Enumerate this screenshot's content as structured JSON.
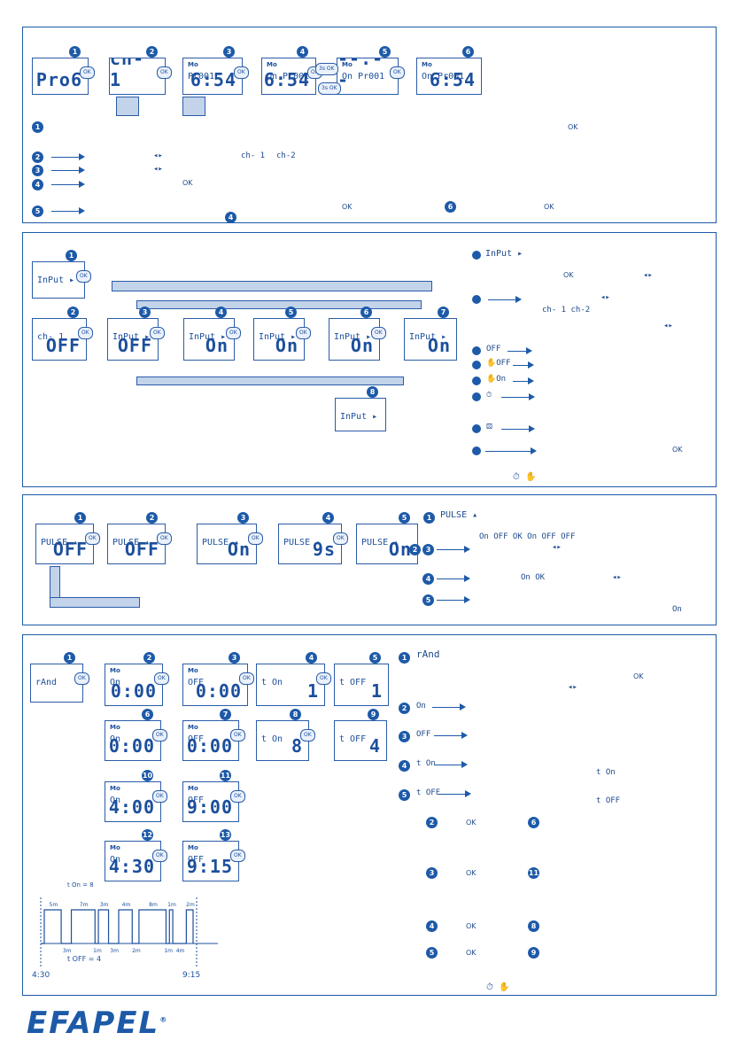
{
  "panel1": {
    "screens": [
      {
        "n": "1",
        "top": "",
        "mid": "",
        "big": "Pro6"
      },
      {
        "n": "2",
        "top": "",
        "mid": "",
        "big": "ch- 1"
      },
      {
        "n": "3",
        "top": "Mo",
        "mid": "Pr001",
        "big": "6:54"
      },
      {
        "n": "4",
        "top": "Mo",
        "mid": "On Pr001",
        "big": "6:54"
      },
      {
        "n": "5",
        "top": "Mo",
        "mid": "On Pr001",
        "big": "--:--"
      },
      {
        "n": "6",
        "top": "Mo",
        "mid": "On Pr001",
        "big": "6:54"
      }
    ],
    "ok": "OK",
    "hold": "3s",
    "notes": [
      {
        "n": "1",
        "codes": [
          "OK"
        ]
      },
      {
        "n": "2",
        "codes": [
          "ch- 1",
          "ch-2"
        ]
      },
      {
        "n": "3",
        "codes": []
      },
      {
        "n": "4",
        "codes": [
          "OK"
        ]
      },
      {
        "n": "5",
        "codes": [
          "OK",
          "6",
          "OK",
          "4"
        ]
      }
    ]
  },
  "panel2": {
    "screens": [
      {
        "n": "1",
        "mid": "InPut ▸",
        "big": ""
      },
      {
        "n": "2",
        "mid": "ch- 1",
        "big": "OFF"
      },
      {
        "n": "3",
        "mid": "InPut ▸",
        "big": "OFF"
      },
      {
        "n": "4",
        "mid": "InPut ▸",
        "big": "On"
      },
      {
        "n": "5",
        "mid": "InPut ▸",
        "big": "On"
      },
      {
        "n": "6",
        "mid": "InPut ▸",
        "big": "On"
      },
      {
        "n": "7",
        "mid": "InPut ▸",
        "big": "On"
      },
      {
        "n": "8",
        "mid": "InPut ▸",
        "big": ""
      }
    ],
    "ok": "OK",
    "legend": [
      {
        "code": "InPut ▸",
        "extra": "OK"
      },
      {
        "code": "ch- 1 ch-2",
        "extra": ""
      },
      {
        "code": "OFF",
        "extra": ""
      },
      {
        "code": "✋OFF",
        "extra": ""
      },
      {
        "code": "✋On",
        "extra": ""
      },
      {
        "code": "⏱",
        "extra": ""
      },
      {
        "code": "⚄",
        "extra": ""
      },
      {
        "code": "",
        "extra": "OK"
      }
    ]
  },
  "panel3": {
    "screens": [
      {
        "n": "1",
        "mid": "PULSE ▴",
        "big": "OFF"
      },
      {
        "n": "2",
        "mid": "PULSE ▴",
        "big": "OFF"
      },
      {
        "n": "3",
        "mid": "PULSE ▴",
        "big": "On"
      },
      {
        "n": "4",
        "mid": "PULSE ▴",
        "big": "9s"
      },
      {
        "n": "5",
        "mid": "PULSE ▴",
        "big": "On"
      }
    ],
    "ok": "OK",
    "legend": [
      "PULSE ▴",
      "On OFF  OK  On  OFF  OFF",
      "On  OK",
      "On"
    ]
  },
  "panel4": {
    "screens": [
      {
        "n": "1",
        "top": "",
        "mid": "rAnd",
        "big": ""
      },
      {
        "n": "2",
        "top": "Mo",
        "mid": "On",
        "big": "0:00"
      },
      {
        "n": "3",
        "top": "Mo",
        "mid": "OFF",
        "big": "0:00"
      },
      {
        "n": "4",
        "top": "",
        "mid": "t On",
        "big": "1"
      },
      {
        "n": "5",
        "top": "",
        "mid": "t OFF",
        "big": "1"
      },
      {
        "n": "6",
        "top": "Mo",
        "mid": "On",
        "big": "0:00"
      },
      {
        "n": "7",
        "top": "Mo",
        "mid": "OFF",
        "big": "0:00"
      },
      {
        "n": "8",
        "top": "",
        "mid": "t On",
        "big": "8"
      },
      {
        "n": "9",
        "top": "",
        "mid": "t OFF",
        "big": "4"
      },
      {
        "n": "10",
        "top": "Mo",
        "mid": "On",
        "big": "4:00"
      },
      {
        "n": "11",
        "top": "Mo",
        "mid": "OFF",
        "big": "9:00"
      },
      {
        "n": "12",
        "top": "Mo",
        "mid": "On",
        "big": "4:30"
      },
      {
        "n": "13",
        "top": "Mo",
        "mid": "OFF",
        "big": "9:15"
      }
    ],
    "ok": "OK",
    "timing": {
      "ton": "t On = 8",
      "toff": "t OFF = 4",
      "start": "4:30",
      "end": "9:15",
      "on_durations": [
        "5m",
        "7m",
        "3m",
        "4m",
        "8m",
        "1m",
        "2m"
      ],
      "off_durations": [
        "3m",
        "1m",
        "3m",
        "2m",
        "1m",
        "4m"
      ]
    },
    "legend": [
      "rAnd",
      "On",
      "OFF",
      "t On",
      "t OFF",
      "t On",
      "t OFF"
    ]
  },
  "brand": {
    "name": "EFAPEL",
    "mark": "®"
  }
}
